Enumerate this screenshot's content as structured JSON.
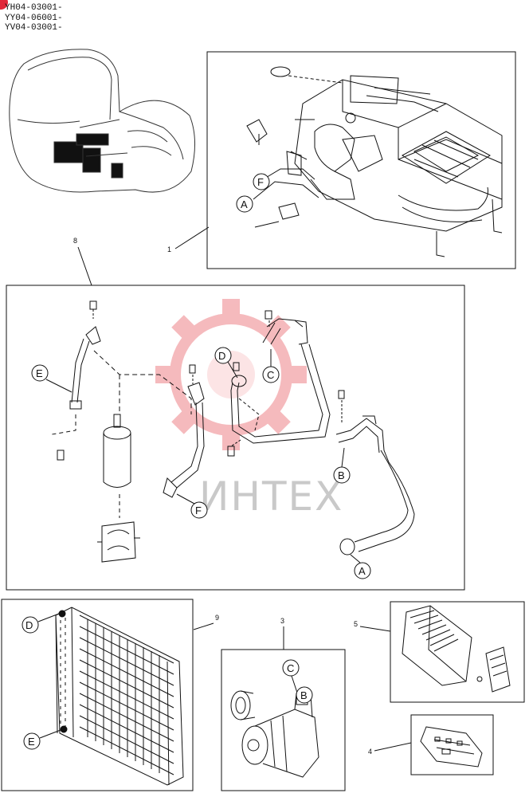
{
  "serials": [
    "YH04-03001-",
    "YY04-06001-",
    "YV04-03001-"
  ],
  "watermark": "ИНТЕХ",
  "callouts": {
    "c1": "1",
    "c3": "3",
    "c4": "4",
    "c5": "5",
    "c8": "8",
    "c9": "9"
  },
  "connectors": {
    "a": "A",
    "b": "B",
    "c": "C",
    "d": "D",
    "e": "E",
    "f": "F"
  },
  "colors": {
    "line": "#111111",
    "watermark_gear": "#f2a3a8",
    "watermark_text": "#c9c9c9",
    "accent_dot": "#e0283a"
  }
}
